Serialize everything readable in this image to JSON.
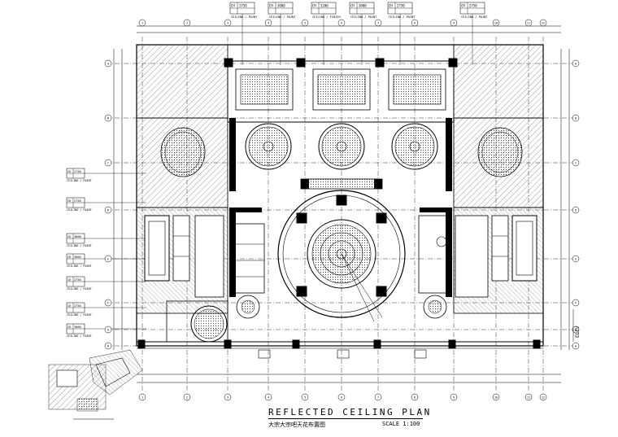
{
  "drawing": {
    "title": "REFLECTED  CEILING  PLAN",
    "subtitle": "大宗大宗吧天花布置图",
    "scale": "SCALE 1:100",
    "dim_note_right": "ELEV",
    "colors": {
      "line": "#000000",
      "hatch": "#333333",
      "paper": "#ffffff"
    }
  },
  "top_tags": [
    {
      "code": "CH",
      "value": "2750",
      "label": "CEILING / PAINT"
    },
    {
      "code": "CH",
      "value": "3000",
      "label": "CEILING / PAINT"
    },
    {
      "code": "CH",
      "value": "3200",
      "label": "CEILING / FINISH"
    },
    {
      "code": "CH",
      "value": "3000",
      "label": "CEILING / PAINT"
    },
    {
      "code": "CH",
      "value": "2750",
      "label": "CEILING / PAINT"
    },
    {
      "code": "CH",
      "value": "2750",
      "label": "CEILING / PAINT"
    }
  ],
  "left_tags": [
    {
      "code": "CH",
      "value": "2750",
      "label": "CEILING / PAINT"
    },
    {
      "code": "CH",
      "value": "2750",
      "label": "CEILING / PAINT"
    },
    {
      "code": "CH",
      "value": "3000",
      "label": "CEILING / PAINT"
    },
    {
      "code": "CH",
      "value": "3000",
      "label": "CEILING / PAINT"
    },
    {
      "code": "CH",
      "value": "2750",
      "label": "CEILING / PAINT"
    },
    {
      "code": "CH",
      "value": "2750",
      "label": "CEILING / PAINT"
    },
    {
      "code": "CH",
      "value": "3000",
      "label": "CEILING / PAINT"
    }
  ],
  "grid_labels_top": [
    "1",
    "2",
    "3",
    "4",
    "5",
    "6",
    "7",
    "8",
    "9",
    "10",
    "11",
    "12"
  ],
  "grid_labels_side": [
    "A",
    "B",
    "C",
    "D",
    "E",
    "F",
    "G",
    "H"
  ]
}
